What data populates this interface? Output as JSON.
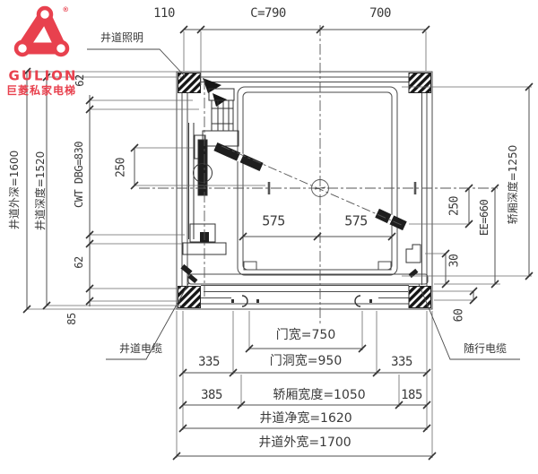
{
  "logo": {
    "brand": "GULION",
    "registered": "®",
    "tagline": "巨菱私家电梯",
    "brand_color": "#e8414e"
  },
  "colors": {
    "line": "#4a4a4a",
    "dark_fill": "#1e1e1e"
  },
  "annotations": {
    "shaft_lighting": "井道照明",
    "shaft_cable": "井道电缆",
    "traveling_cable": "随行电缆"
  },
  "dimensions": {
    "top": [
      {
        "label": "110"
      },
      {
        "label": "C=790"
      },
      {
        "label": "700"
      }
    ],
    "left": [
      {
        "label": "井道外深=1600"
      },
      {
        "label": "井道深度=1520"
      },
      {
        "label": "62"
      },
      {
        "label": "CWT DBG=830"
      },
      {
        "label": "62"
      },
      {
        "label": "85"
      },
      {
        "label": "250"
      }
    ],
    "right": [
      {
        "label": "轿厢深度=1250"
      },
      {
        "label": "250"
      },
      {
        "label": "EE=660"
      },
      {
        "label": "30"
      },
      {
        "label": "60"
      }
    ],
    "car_inner": [
      {
        "label": "575"
      },
      {
        "label": "575"
      }
    ],
    "bottom": [
      {
        "label": "门宽=750"
      },
      {
        "label": "门洞宽=950"
      },
      {
        "label": "335"
      },
      {
        "label": "335"
      },
      {
        "label": "385"
      },
      {
        "label": "轿厢宽度=1050"
      },
      {
        "label": "185"
      },
      {
        "label": "井道净宽=1620"
      },
      {
        "label": "井道外宽=1700"
      }
    ]
  }
}
